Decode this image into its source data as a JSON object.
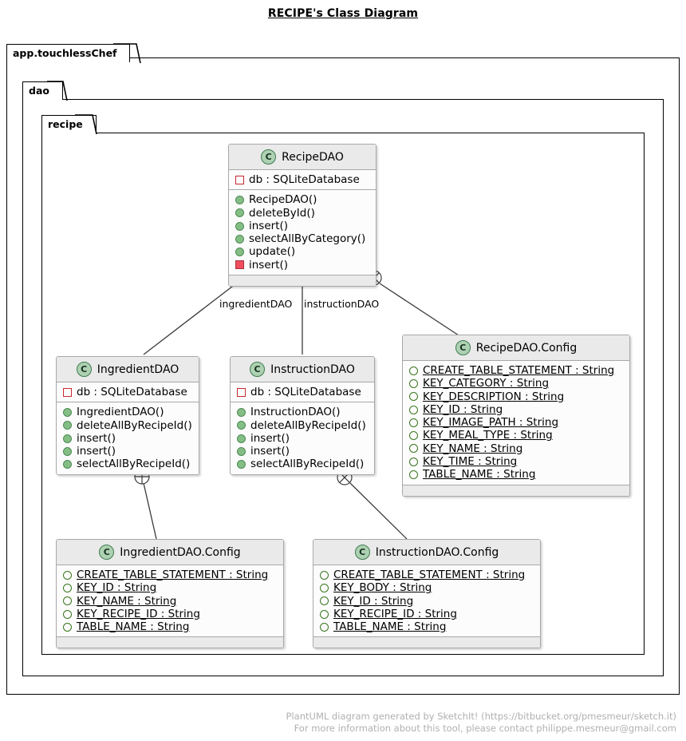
{
  "title": "RECIPE's Class Diagram",
  "packages": [
    {
      "name": "app.touchlessChef"
    },
    {
      "name": "dao"
    },
    {
      "name": "recipe"
    }
  ],
  "class_icon_letter": "C",
  "classes": {
    "recipeDAO": {
      "name": "RecipeDAO",
      "fields": [
        {
          "marker": "priv-field",
          "text": "db : SQLiteDatabase",
          "static": false
        }
      ],
      "methods": [
        {
          "marker": "pub-method",
          "text": "RecipeDAO()",
          "static": false
        },
        {
          "marker": "pub-method",
          "text": "deleteById()",
          "static": false
        },
        {
          "marker": "pub-method",
          "text": "insert()",
          "static": false
        },
        {
          "marker": "pub-method",
          "text": "selectAllByCategory()",
          "static": false
        },
        {
          "marker": "pub-method",
          "text": "update()",
          "static": false
        },
        {
          "marker": "priv-method",
          "text": "insert()",
          "static": false
        }
      ]
    },
    "ingredientDAO": {
      "name": "IngredientDAO",
      "fields": [
        {
          "marker": "priv-field",
          "text": "db : SQLiteDatabase",
          "static": false
        }
      ],
      "methods": [
        {
          "marker": "pub-method",
          "text": "IngredientDAO()",
          "static": false
        },
        {
          "marker": "pub-method",
          "text": "deleteAllByRecipeId()",
          "static": false
        },
        {
          "marker": "pub-method",
          "text": "insert()",
          "static": false
        },
        {
          "marker": "pub-method",
          "text": "insert()",
          "static": false
        },
        {
          "marker": "pub-method",
          "text": "selectAllByRecipeId()",
          "static": false
        }
      ]
    },
    "instructionDAO": {
      "name": "InstructionDAO",
      "fields": [
        {
          "marker": "priv-field",
          "text": "db : SQLiteDatabase",
          "static": false
        }
      ],
      "methods": [
        {
          "marker": "pub-method",
          "text": "InstructionDAO()",
          "static": false
        },
        {
          "marker": "pub-method",
          "text": "deleteAllByRecipeId()",
          "static": false
        },
        {
          "marker": "pub-method",
          "text": "insert()",
          "static": false
        },
        {
          "marker": "pub-method",
          "text": "insert()",
          "static": false
        },
        {
          "marker": "pub-method",
          "text": "selectAllByRecipeId()",
          "static": false
        }
      ]
    },
    "recipeDAOConfig": {
      "name": "RecipeDAO.Config",
      "fields": [
        {
          "marker": "pub-field",
          "text": "CREATE_TABLE_STATEMENT : String",
          "static": true
        },
        {
          "marker": "pub-field",
          "text": "KEY_CATEGORY : String",
          "static": true
        },
        {
          "marker": "pub-field",
          "text": "KEY_DESCRIPTION : String",
          "static": true
        },
        {
          "marker": "pub-field",
          "text": "KEY_ID : String",
          "static": true
        },
        {
          "marker": "pub-field",
          "text": "KEY_IMAGE_PATH : String",
          "static": true
        },
        {
          "marker": "pub-field",
          "text": "KEY_MEAL_TYPE : String",
          "static": true
        },
        {
          "marker": "pub-field",
          "text": "KEY_NAME : String",
          "static": true
        },
        {
          "marker": "pub-field",
          "text": "KEY_TIME : String",
          "static": true
        },
        {
          "marker": "pub-field",
          "text": "TABLE_NAME : String",
          "static": true
        }
      ],
      "methods": []
    },
    "ingredientDAOConfig": {
      "name": "IngredientDAO.Config",
      "fields": [
        {
          "marker": "pub-field",
          "text": "CREATE_TABLE_STATEMENT : String",
          "static": true
        },
        {
          "marker": "pub-field",
          "text": "KEY_ID : String",
          "static": true
        },
        {
          "marker": "pub-field",
          "text": "KEY_NAME : String",
          "static": true
        },
        {
          "marker": "pub-field",
          "text": "KEY_RECIPE_ID : String",
          "static": true
        },
        {
          "marker": "pub-field",
          "text": "TABLE_NAME : String",
          "static": true
        }
      ],
      "methods": []
    },
    "instructionDAOConfig": {
      "name": "InstructionDAO.Config",
      "fields": [
        {
          "marker": "pub-field",
          "text": "CREATE_TABLE_STATEMENT : String",
          "static": true
        },
        {
          "marker": "pub-field",
          "text": "KEY_BODY : String",
          "static": true
        },
        {
          "marker": "pub-field",
          "text": "KEY_ID : String",
          "static": true
        },
        {
          "marker": "pub-field",
          "text": "KEY_RECIPE_ID : String",
          "static": true
        },
        {
          "marker": "pub-field",
          "text": "TABLE_NAME : String",
          "static": true
        }
      ],
      "methods": []
    }
  },
  "edges": [
    {
      "label": "ingredientDAO",
      "from": "RecipeDAO",
      "to": "IngredientDAO",
      "kind": "aggregation"
    },
    {
      "label": "instructionDAO",
      "from": "RecipeDAO",
      "to": "InstructionDAO",
      "kind": "aggregation"
    },
    {
      "label": "",
      "from": "RecipeDAO",
      "to": "RecipeDAO.Config",
      "kind": "nested"
    },
    {
      "label": "",
      "from": "IngredientDAO",
      "to": "IngredientDAO.Config",
      "kind": "nested"
    },
    {
      "label": "",
      "from": "InstructionDAO",
      "to": "InstructionDAO.Config",
      "kind": "nested"
    }
  ],
  "footer": {
    "line1": "PlantUML diagram generated by SketchIt! (https://bitbucket.org/pmesmeur/sketch.it)",
    "line2": "For more information about this tool, please contact philippe.mesmeur@gmail.com"
  },
  "colors": {
    "class_icon_fill": "#ADD1B2",
    "public_method": "#84BE84",
    "private_method": "#F24D5C",
    "private_field": "#C82930",
    "public_field": "#38761d",
    "header_fill": "#E9EAE9",
    "border": "#A8A8A8",
    "footer_text": "#B0B0B0"
  }
}
